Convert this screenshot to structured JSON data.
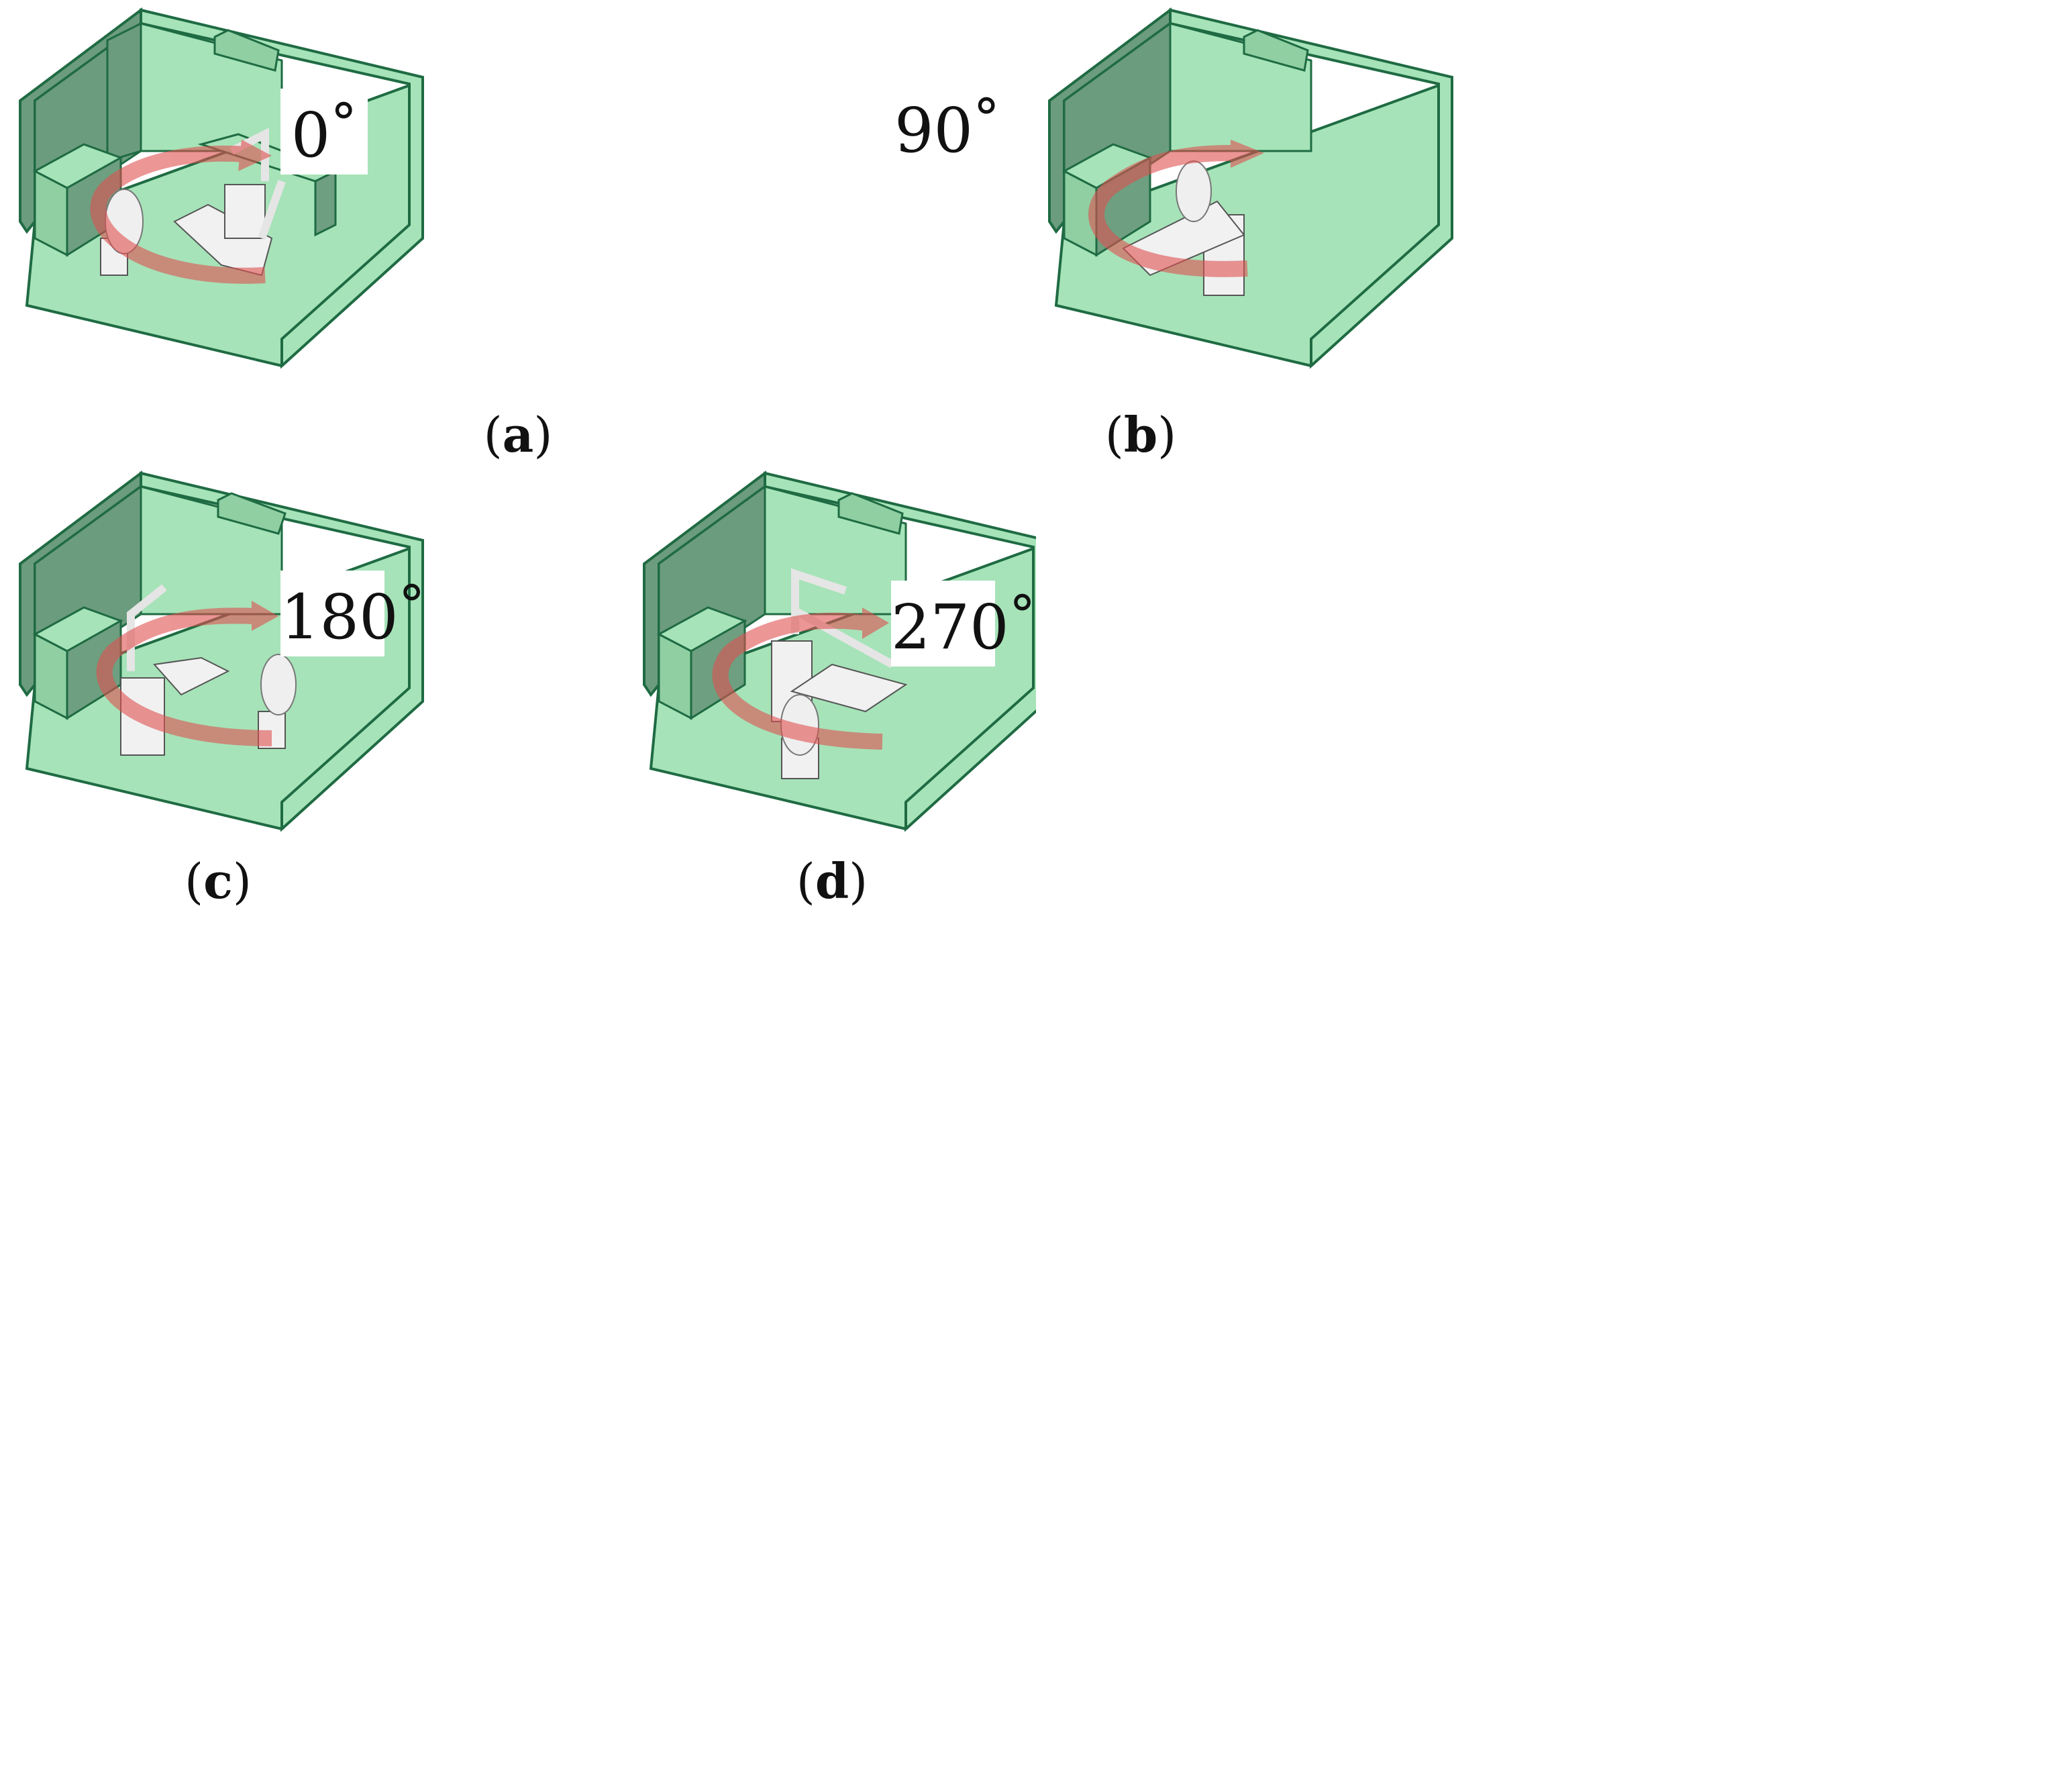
{
  "panels": [
    {
      "id": "a",
      "letter": "a",
      "angle": "0",
      "degree_symbol": "°"
    },
    {
      "id": "b",
      "letter": "b",
      "angle": "90",
      "degree_symbol": "°"
    },
    {
      "id": "c",
      "letter": "c",
      "angle": "180",
      "degree_symbol": "°"
    },
    {
      "id": "d",
      "letter": "d",
      "angle": "270",
      "degree_symbol": "°"
    }
  ],
  "colors": {
    "floor": "#a6e3b8",
    "wall_light": "#a6e3b8",
    "wall_dark": "#6b9c7d",
    "cabinet_top": "#a6e3b8",
    "cabinet_front": "#8fcfa2",
    "cabinet_side": "#6e9f80",
    "outline": "#1f6b43",
    "equipment": "#f1f1f1",
    "arrow": "#e05050"
  }
}
